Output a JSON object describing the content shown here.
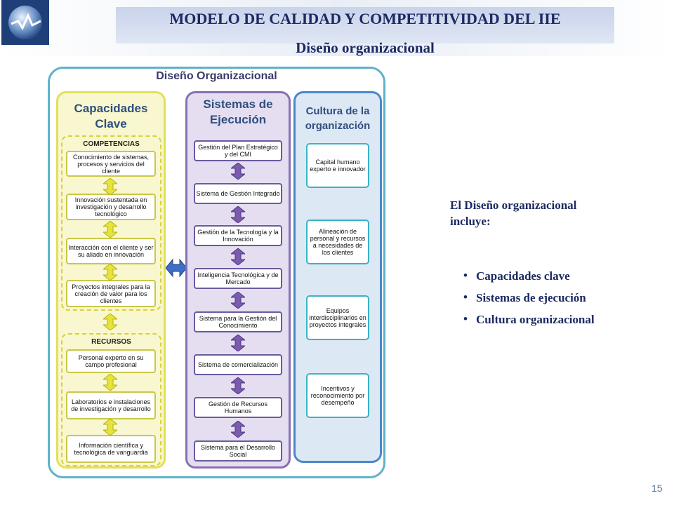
{
  "header": {
    "title": "MODELO DE CALIDAD Y COMPETITIVIDAD DEL IIE",
    "subtitle": "Diseño organizacional"
  },
  "diagram": {
    "outer_title": "Diseño Organizacional",
    "col1": {
      "title_line1": "Capacidades",
      "title_line2": "Clave",
      "group1_label": "COMPETENCIAS",
      "group1_items": [
        "Conocimiento de sistemas, procesos y servicios del cliente",
        "Innovación sustentada en investigación y desarrollo tecnológico",
        "Interacción con el cliente y ser su aliado en innovación",
        "Proyectos integrales para la creación  de valor para los clientes"
      ],
      "group2_label": "RECURSOS",
      "group2_items": [
        "Personal experto en su campo profesional",
        "Laboratorios e instalaciones de investigación y desarrollo",
        "Información científica y tecnológica de vanguardia"
      ]
    },
    "col2": {
      "title_line1": "Sistemas de",
      "title_line2": "Ejecución",
      "items": [
        "Gestión del Plan Estratégico y del CMI",
        "Sistema de Gestión Integrado",
        "Gestión de la Tecnología y la Innovación",
        "Inteligencia Tecnológica y de Mercado",
        "Sistema para la Gestión del Conocimiento",
        "Sistema de comercialización",
        "Gestión de Recursos Humanos",
        "Sistema para el Desarrollo Social"
      ]
    },
    "col3": {
      "title_line1": "Cultura de la",
      "title_line2": "organización",
      "items": [
        "Capital humano experto e innovador",
        "Alineación de personal y recursos a necesidades de los clientes",
        "Equipos interdisciplinarios en proyectos integrales",
        "Incentivos y reconocimiento por desempeño"
      ]
    }
  },
  "right_panel": {
    "intro_line1": "El Diseño organizacional",
    "intro_line2": "incluye:",
    "bullets": [
      "Capacidades  clave",
      "Sistemas de ejecución",
      "Cultura organizacional"
    ]
  },
  "page_number": "15",
  "colors": {
    "title": "#1c2a63",
    "outer_border": "#5db3c9",
    "capacidades": "#e2e05a",
    "sistemas": "#8a6fb3",
    "cultura": "#4c88c9"
  }
}
